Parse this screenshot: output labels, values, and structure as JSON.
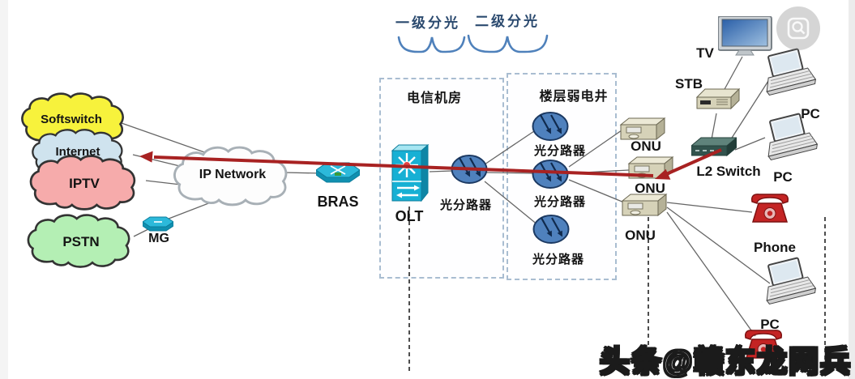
{
  "top_labels": {
    "level1": "一级分光",
    "level2": "二级分光"
  },
  "zones": {
    "telecom_room": "电信机房",
    "floor_well": "楼层弱电井"
  },
  "clouds": {
    "softswitch": "Softswitch",
    "internet": "Internet",
    "iptv": "IPTV",
    "pstn": "PSTN",
    "ip_network": "IP Network"
  },
  "devices": {
    "mg": "MG",
    "bras": "BRAS",
    "olt": "OLT",
    "splitter_l1": "光分路器",
    "splitter_l2a": "光分路器",
    "splitter_l2b": "光分路器",
    "splitter_l2c": "光分路器",
    "onu1": "ONU",
    "onu2": "ONU",
    "onu3": "ONU",
    "tv": "TV",
    "stb": "STB",
    "pc1": "PC",
    "pc2": "PC",
    "pc3": "PC",
    "l2_switch": "L2 Switch",
    "phone": "Phone"
  },
  "watermark": "头条@赣东龙网兵",
  "colors": {
    "flow_red": "#a82222",
    "brace_blue": "#4f81bb",
    "zone_border": "#a9bdd1",
    "top_label_text": "#2b4a6f",
    "softswitch_fill": "#f7f23c",
    "internet_fill": "#cfe3ee",
    "iptv_fill": "#f6abab",
    "pstn_fill": "#b4efb4",
    "splitter_fill": "#4f81bd",
    "olt_fill": "#17b0d4",
    "onu_fill": "#d6d2b8",
    "phone_fill": "#c42424"
  }
}
